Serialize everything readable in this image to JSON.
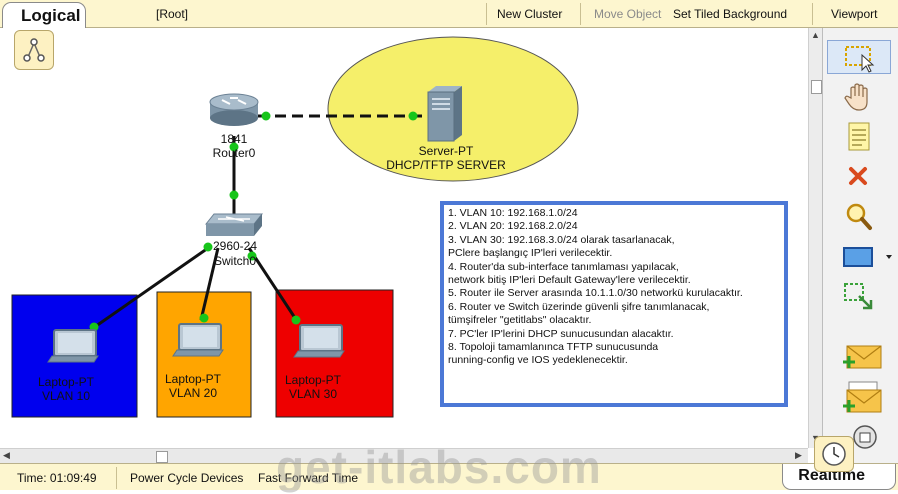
{
  "topbar": {
    "mode": "Logical",
    "root": "[Root]",
    "items": [
      "New Cluster",
      "Move Object",
      "Set Tiled Background",
      "Viewport"
    ]
  },
  "devices": {
    "router": {
      "model": "1841",
      "name": "Router0"
    },
    "server": {
      "model": "Server-PT",
      "name": "DHCP/TFTP SERVER"
    },
    "switch": {
      "model": "2960-24",
      "name": "Switch0"
    },
    "laptops": [
      {
        "model": "Laptop-PT",
        "vlan": "VLAN 10",
        "color": "#0000ee"
      },
      {
        "model": "Laptop-PT",
        "vlan": "VLAN 20",
        "color": "#ffa500"
      },
      {
        "model": "Laptop-PT",
        "vlan": "VLAN 30",
        "color": "#ee0000"
      }
    ]
  },
  "notes": [
    "1. VLAN 10: 192.168.1.0/24",
    "2. VLAN 20: 192.168.2.0/24",
    "3. VLAN 30: 192.168.3.0/24 olarak tasarlanacak,",
    "PClere başlangıç IP'leri verilecektir.",
    "4. Router'da sub-interface tanımlaması yapılacak,",
    "network bitiş IP'leri Default Gateway'lere verilecektir.",
    "5. Router ile Server arasında 10.1.1.0/30 networkü kurulacaktır.",
    "6. Router ve Switch üzerinde güvenli şifre tanımlanacak,",
    "tümşifreler \"getitlabs\" olacaktır.",
    "7. PC'ler IP'lerini DHCP sunucusundan alacaktır.",
    "8. Topoloji tamamlanınca TFTP sunucusunda",
    "running-config ve IOS yedeklenecektir."
  ],
  "bottombar": {
    "time": "Time: 01:09:49",
    "power_cycle": "Power Cycle Devices",
    "fast_forward": "Fast Forward Time",
    "mode": "Realtime"
  },
  "watermark": "get-itlabs.com",
  "colors": {
    "bar_bg": "#fdf6cf",
    "ellipse": "#f5ef6a",
    "link_dot": "#17c51a",
    "notes_border": "#4c78d6"
  },
  "tools": [
    "select-icon",
    "hand-icon",
    "note-icon",
    "delete-icon",
    "zoom-icon",
    "rectangle-icon",
    "resize-icon",
    "add-simple-pdu-icon",
    "add-complex-pdu-icon"
  ]
}
